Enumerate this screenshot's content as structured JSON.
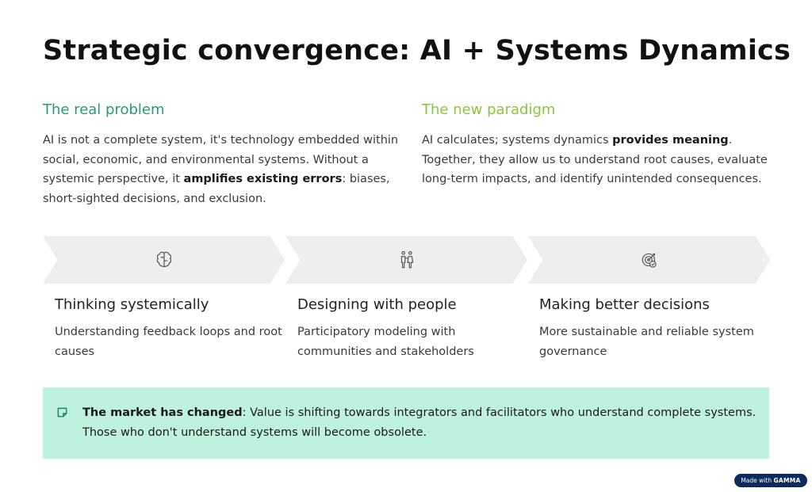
{
  "title": "Strategic convergence: AI + Systems Dynamics",
  "colors": {
    "problem": "#2a9a73",
    "paradigm": "#8cc640",
    "callout_bg": "#bff1df",
    "chevron": "#f0eded"
  },
  "problem": {
    "heading": "The real problem",
    "text1": "AI is not a complete system, it's technology embedded within social, economic, and environmental systems. Without a systemic perspective, it ",
    "bold": "amplifies existing errors",
    "text2": ": biases, short-sighted decisions, and exclusion."
  },
  "paradigm": {
    "heading": "The new paradigm",
    "text1": "AI calculates; systems dynamics ",
    "bold": "provides meaning",
    "text2": ". Together, they allow us to understand root causes, evaluate long-term impacts, and identify unintended consequences."
  },
  "steps": [
    {
      "icon": "brain-icon",
      "title": "Thinking systemically",
      "text": "Understanding feedback loops and root causes"
    },
    {
      "icon": "people-icon",
      "title": "Designing with people",
      "text": "Participatory modeling with communities and stakeholders"
    },
    {
      "icon": "target-check-icon",
      "title": "Making better decisions",
      "text": "More sustainable and reliable system governance"
    }
  ],
  "callout": {
    "icon": "note-icon",
    "bold": "The market has changed",
    "text": ": Value is shifting towards integrators and facilitators who understand complete systems. Those who don't understand systems will become obsolete."
  },
  "badge": {
    "prefix": "Made with ",
    "brand": "GAMMA"
  }
}
